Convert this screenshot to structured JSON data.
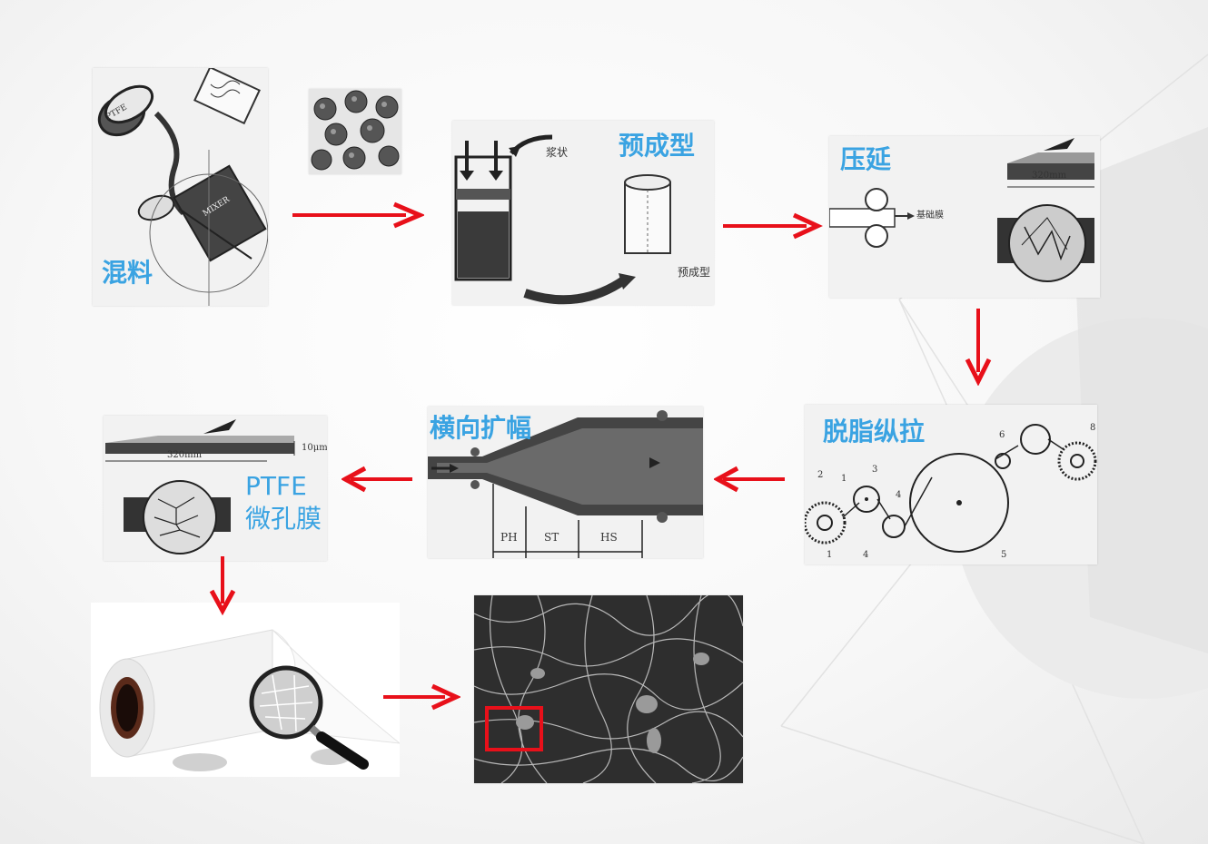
{
  "steps": {
    "mixing": "混料",
    "preform": "预成型",
    "calendering": "压延",
    "degrease_stretch": "脱脂纵拉",
    "transverse": "横向扩幅",
    "membrane_line1": "PTFE",
    "membrane_line2": "微孔膜"
  },
  "annotations": {
    "can_label": "PTFE",
    "mixer_label": "MIXER",
    "paste": "浆状",
    "preform_small": "预成型",
    "width_320_a": "320mm",
    "base_film": "基础膜",
    "width_320_b": "320mm",
    "thickness": "10μm",
    "zone_ph": "PH",
    "zone_st": "ST",
    "zone_hs": "HS",
    "roll_numbers": [
      "1",
      "2",
      "3",
      "4",
      "4",
      "5",
      "6",
      "8"
    ]
  },
  "colors": {
    "label_blue": "#3aa3e2",
    "arrow_red": "#e8101a",
    "highlight_red": "#e8101a"
  },
  "icons": [
    "magnifier-icon",
    "film-roll-icon",
    "sem-micrograph"
  ]
}
